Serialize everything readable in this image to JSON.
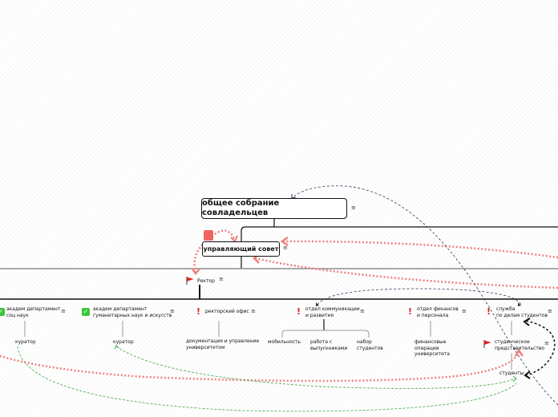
{
  "map": {
    "root": "общее собрание совладельцев",
    "board": "управляющий совет",
    "rector": "Ректор",
    "dept_social": "академ департамент\nсоц наук",
    "dept_humanities": "академ департамент\nгуманитарных наук и искусств",
    "rector_office": "ректорский офис",
    "comm_dept": "отдел коммуникации\nи развития",
    "finance_dept": "отдел финансов\nи персонала",
    "student_service": "служба\nпо делам студентов",
    "curator_1": "куратор",
    "curator_2": "куратор",
    "docs": "документация и управление\nуниверситетом",
    "mobility": "мобильность",
    "alumni": "работа с\nвыпускниками",
    "recruitment": "набор\nстудентов",
    "finance_ops": "финансовые\nоперации\nуниверситета",
    "student_council": "студенческое\nпредставительство",
    "students": "студенты",
    "menu_glyph": "≡"
  },
  "colors": {
    "red_link": "#f08080",
    "green_link": "#4caf50",
    "dark_link": "#2a3a5a",
    "check": "#3bc43b",
    "alert": "#e02020"
  },
  "icons": [
    "menu-icon",
    "check-icon",
    "exclamation-icon",
    "flag-icon",
    "sticker-icon"
  ]
}
